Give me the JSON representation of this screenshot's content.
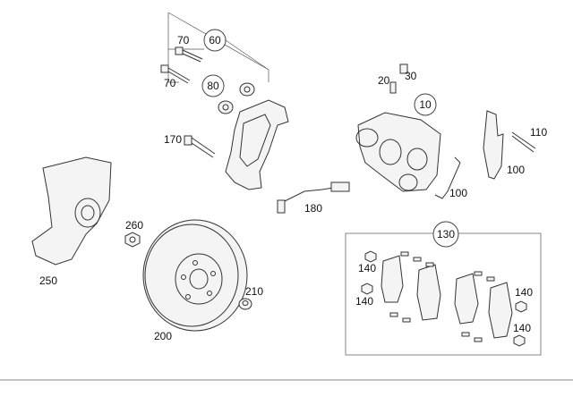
{
  "callouts": {
    "c60": "60",
    "c70a": "70",
    "c70b": "70",
    "c80": "80",
    "c170": "170",
    "c20": "20",
    "c30": "30",
    "c10": "10",
    "c110": "110",
    "c100a": "100",
    "c100b": "100",
    "c180": "180",
    "c260": "260",
    "c250": "250",
    "c200": "200",
    "c210": "210",
    "c130": "130",
    "c140a": "140",
    "c140b": "140",
    "c140c": "140",
    "c140d": "140"
  }
}
